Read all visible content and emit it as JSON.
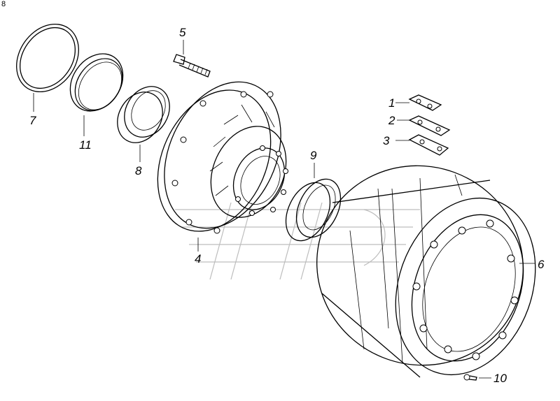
{
  "diagram": {
    "corner_mark": "8",
    "callouts": [
      {
        "id": "part-1",
        "label": "1"
      },
      {
        "id": "part-2",
        "label": "2"
      },
      {
        "id": "part-3",
        "label": "3"
      },
      {
        "id": "part-4",
        "label": "4"
      },
      {
        "id": "part-5",
        "label": "5"
      },
      {
        "id": "part-6",
        "label": "6"
      },
      {
        "id": "part-7",
        "label": "7"
      },
      {
        "id": "part-8",
        "label": "8"
      },
      {
        "id": "part-9",
        "label": "9"
      },
      {
        "id": "part-10",
        "label": "10"
      },
      {
        "id": "part-11",
        "label": "11"
      }
    ]
  }
}
